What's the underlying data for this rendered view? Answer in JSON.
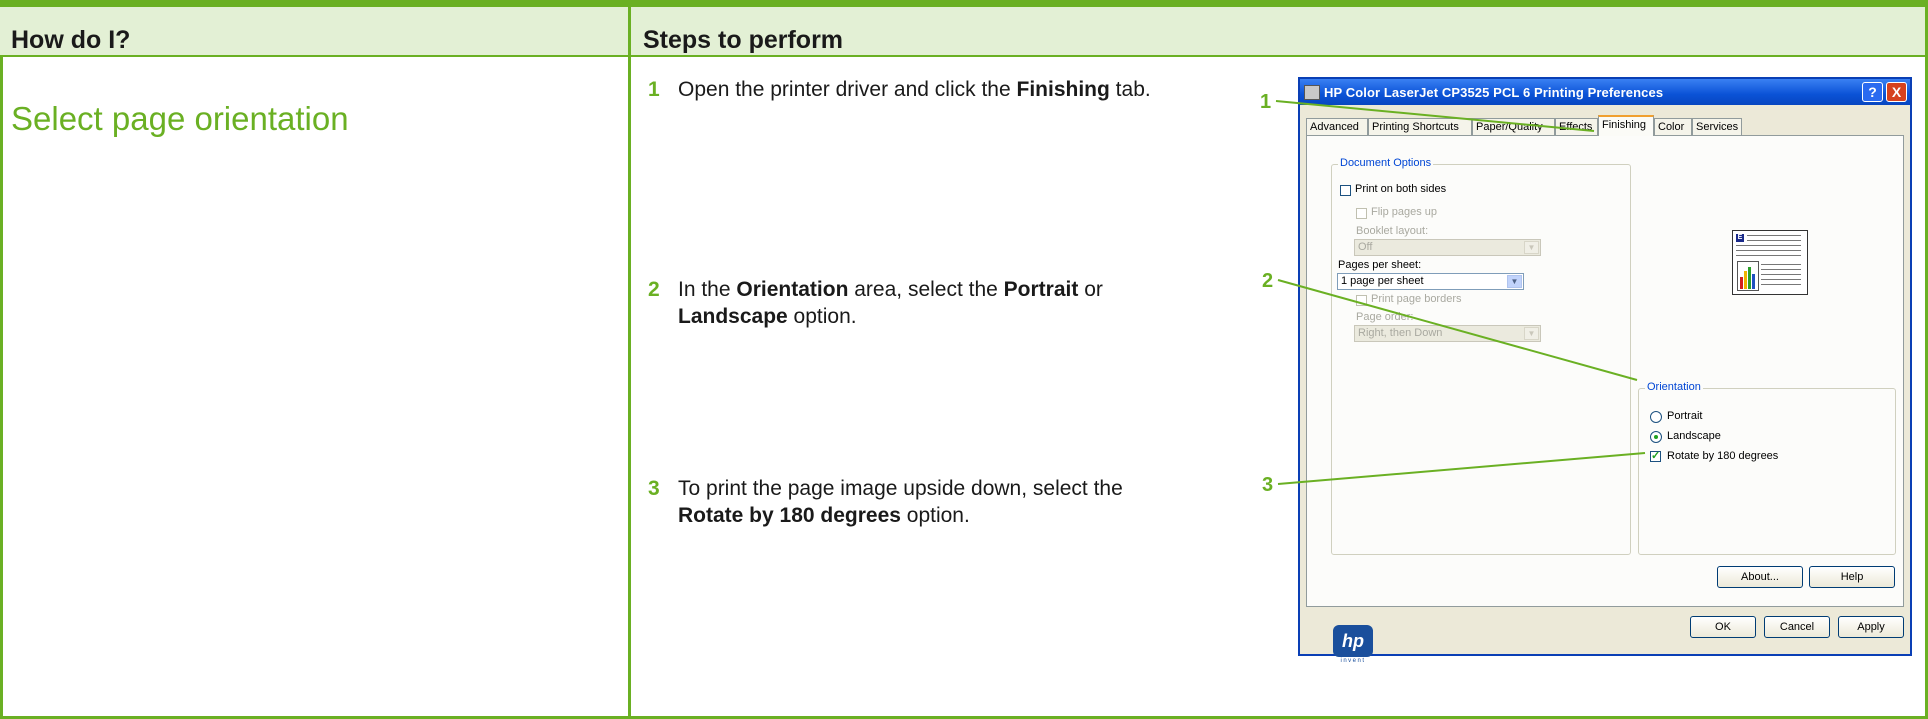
{
  "table": {
    "col_left_header": "How do I?",
    "col_right_header": "Steps to perform",
    "task_title": "Select page orientation"
  },
  "steps": [
    {
      "num": "1",
      "parts": [
        "Open the printer driver and click the ",
        "Finishing",
        " tab."
      ]
    },
    {
      "num": "2",
      "parts": [
        "In the ",
        "Orientation",
        " area, select the ",
        "Portrait",
        " or ",
        "Landscape",
        " option."
      ]
    },
    {
      "num": "3",
      "parts": [
        "To print the page image upside down, select the ",
        "Rotate by 180 degrees",
        " option."
      ]
    }
  ],
  "callouts": [
    "1",
    "2",
    "3"
  ],
  "dialog": {
    "title": "HP Color LaserJet CP3525 PCL 6 Printing Preferences",
    "help_btn": "?",
    "close_btn": "X",
    "tabs": [
      "Advanced",
      "Printing Shortcuts",
      "Paper/Quality",
      "Effects",
      "Finishing",
      "Color",
      "Services"
    ],
    "active_tab": "Finishing",
    "document_options": {
      "label": "Document Options",
      "print_both_sides": "Print on both sides",
      "flip_pages_up": "Flip pages up",
      "booklet_layout_label": "Booklet layout:",
      "booklet_layout_value": "Off",
      "pages_per_sheet_label": "Pages per sheet:",
      "pages_per_sheet_value": "1 page per sheet",
      "print_page_borders": "Print page borders",
      "page_order_label": "Page order:",
      "page_order_value": "Right, then Down"
    },
    "orientation": {
      "label": "Orientation",
      "portrait": "Portrait",
      "landscape": "Landscape",
      "selected": "Landscape",
      "rotate_180": "Rotate by 180 degrees",
      "rotate_checked": true
    },
    "logo_text": "hp",
    "logo_tagline": "invent",
    "buttons": {
      "about": "About...",
      "help": "Help",
      "ok": "OK",
      "cancel": "Cancel",
      "apply": "Apply"
    }
  }
}
